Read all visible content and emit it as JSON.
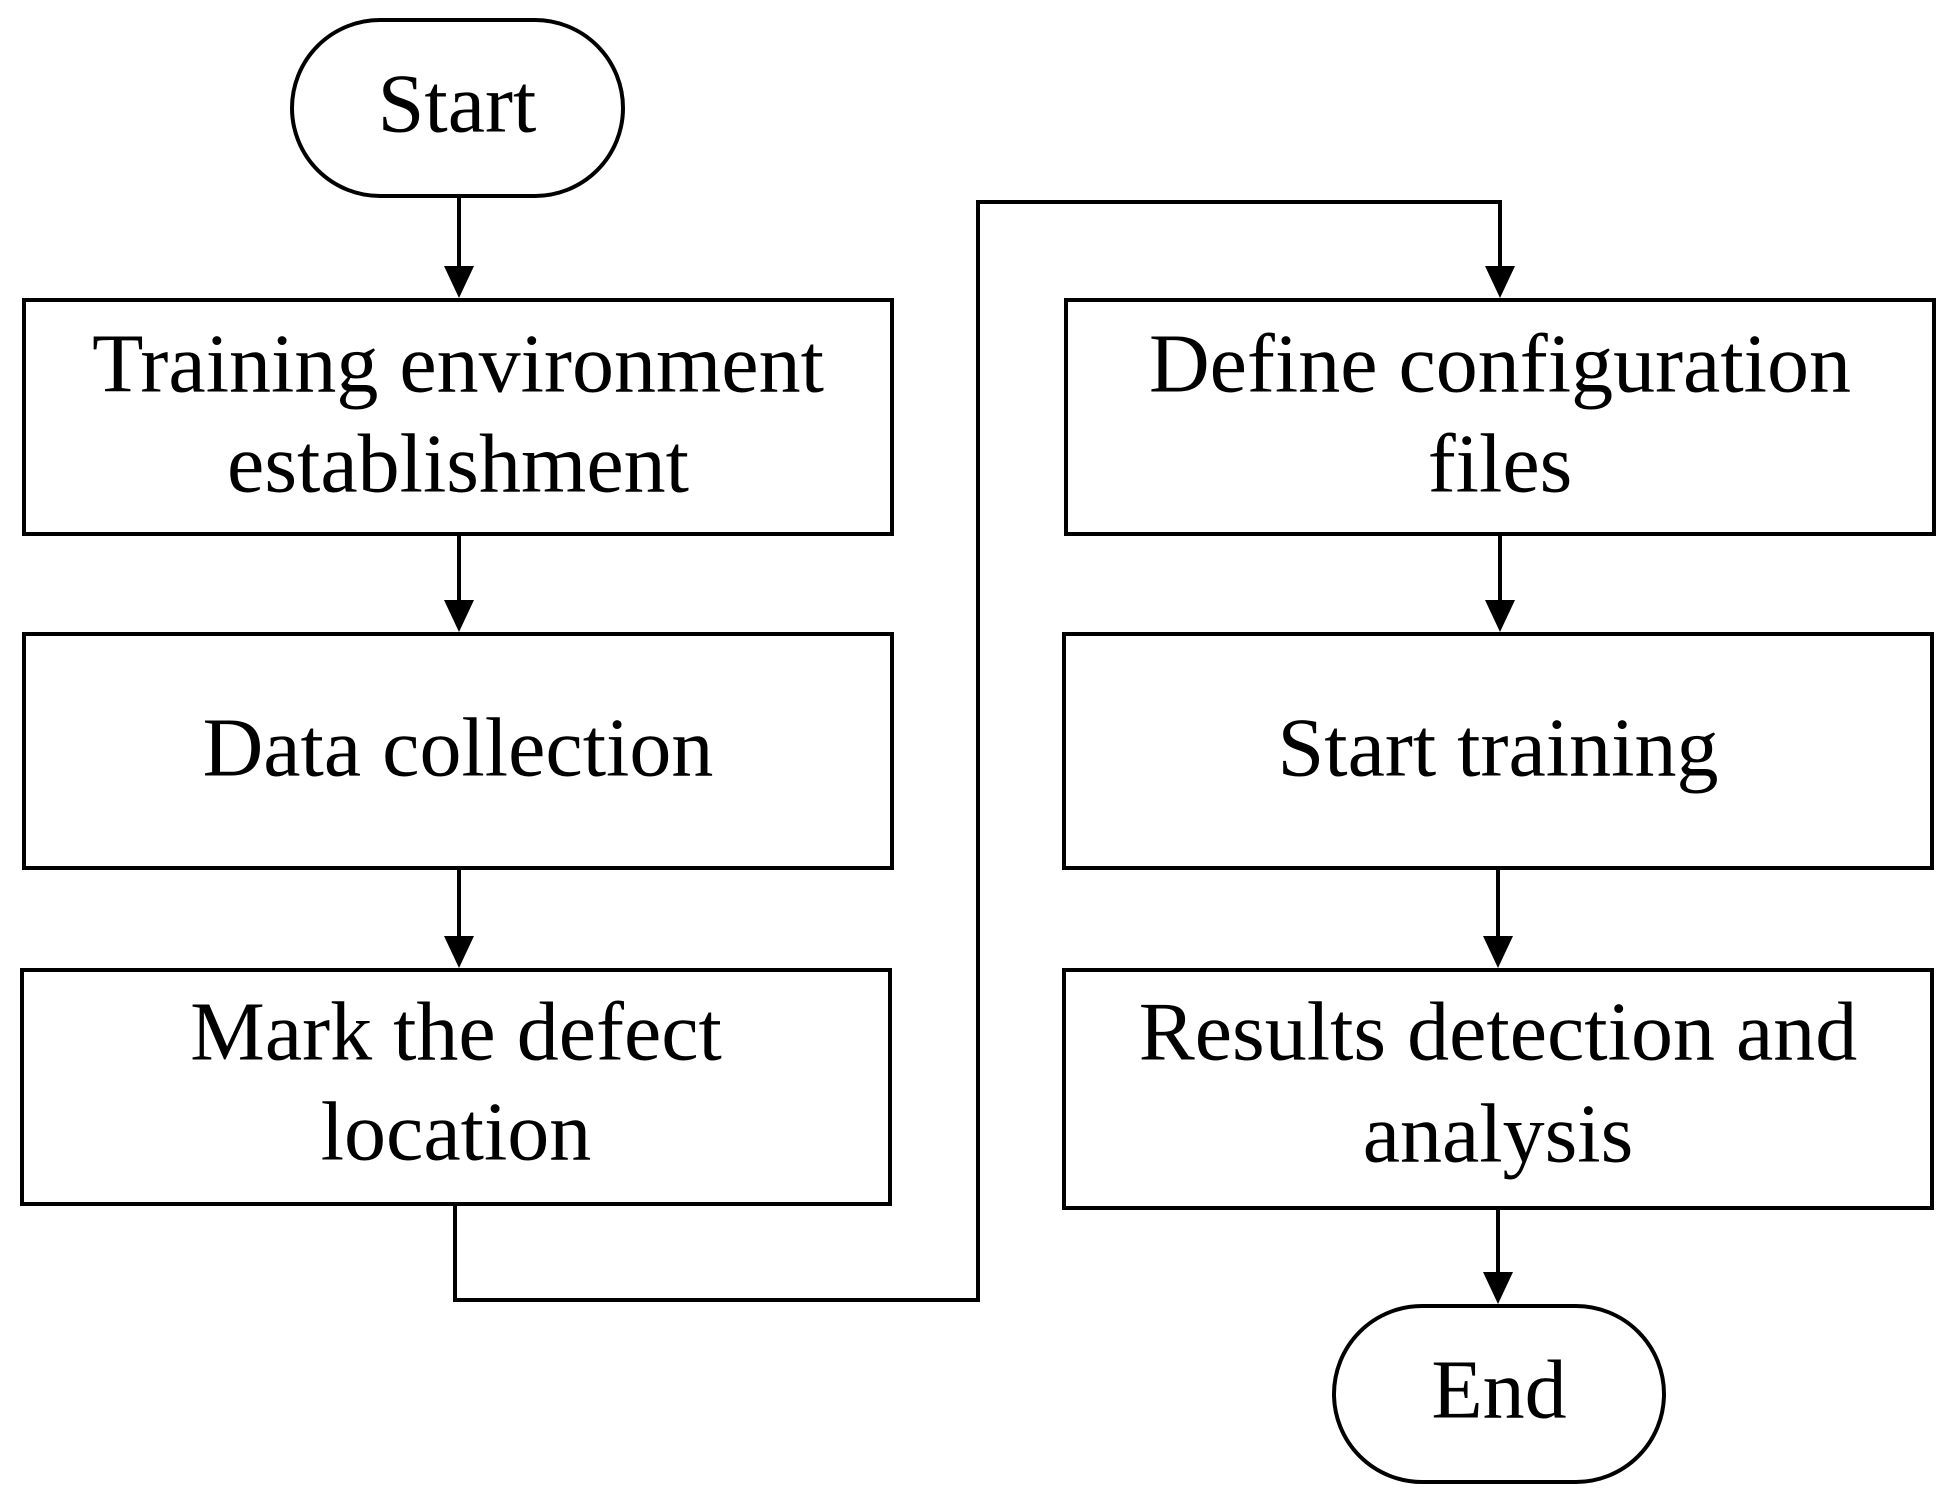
{
  "flowchart": {
    "start": {
      "label": "Start"
    },
    "steps": [
      {
        "line1": "Training environment",
        "line2": "establishment"
      },
      {
        "line1": "Data collection",
        "line2": ""
      },
      {
        "line1": "Mark the defect",
        "line2": "location"
      },
      {
        "line1": "Define configuration",
        "line2": "files"
      },
      {
        "line1": "Start training",
        "line2": ""
      },
      {
        "line1": "Results detection and",
        "line2": "analysis"
      }
    ],
    "end": {
      "label": "End"
    }
  }
}
